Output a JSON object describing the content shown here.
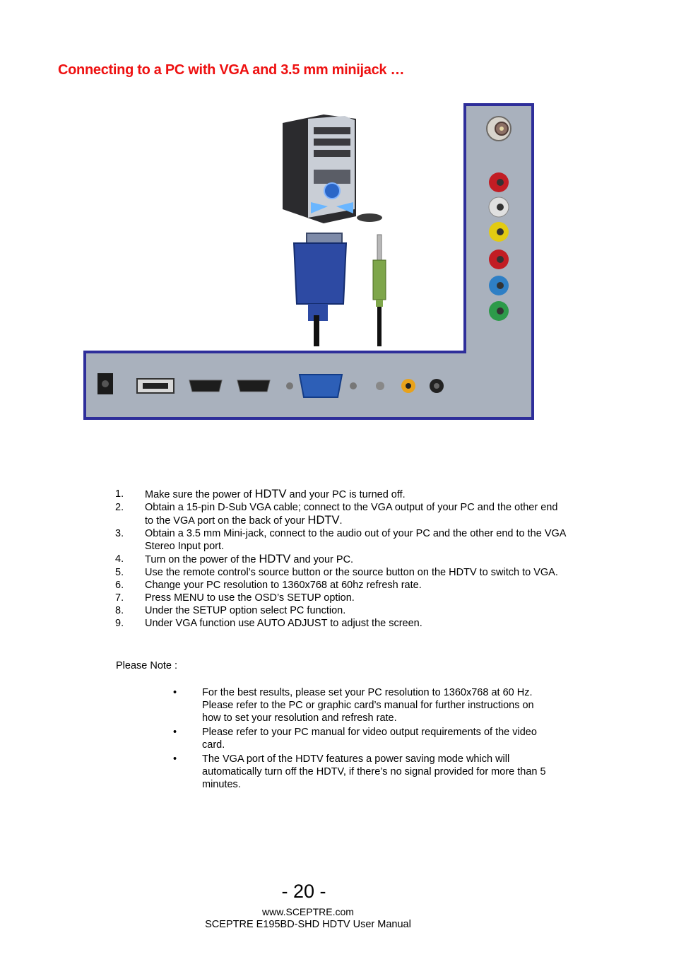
{
  "heading": "Connecting to a PC with VGA and 3.5 mm minijack …",
  "steps": [
    {
      "num": "1.",
      "parts": [
        "Make sure the power of ",
        "HDTV",
        " and your PC is turned off."
      ]
    },
    {
      "num": "2.",
      "parts": [
        "Obtain a 15-pin D-Sub VGA cable; connect to the VGA output of your PC and the other end to the VGA port on the back of your ",
        "HDTV",
        "."
      ]
    },
    {
      "num": "3.",
      "text": "Obtain a 3.5 mm Mini-jack, connect to the audio out of your PC and the other end to the VGA Stereo Input port."
    },
    {
      "num": "4.",
      "parts": [
        "Turn on the power of the ",
        "HDTV",
        " and your PC."
      ]
    },
    {
      "num": "5.",
      "text": "Use the remote control’s source button or the source button on the HDTV to switch to VGA."
    },
    {
      "num": "6.",
      "text": "Change your PC resolution to 1360x768 at 60hz refresh rate."
    },
    {
      "num": "7.",
      "text": "Press MENU to use the OSD’s SETUP option."
    },
    {
      "num": "8.",
      "text": "Under the SETUP option select PC function."
    },
    {
      "num": "9.",
      "text": "Under VGA function use AUTO ADJUST to adjust the screen."
    }
  ],
  "note_label": "Please Note :",
  "notes": [
    "For the best results, please set your PC resolution to 1360x768 at 60 Hz.  Please refer to the PC or graphic card’s manual for further instructions on how to set your resolution and refresh rate.",
    "Please refer to your PC manual for video output requirements of the video card.",
    "The VGA port of the HDTV features a power saving mode which will automatically turn off the HDTV, if there’s no signal provided for more than 5 minutes."
  ],
  "bullet_glyph": "•",
  "page_number": "- 20 -",
  "website": "www.SCEPTRE.com",
  "manual_title": "SCEPTRE E195BD-SHD HDTV User Manual",
  "colors": {
    "heading": "#ee1111",
    "panel": "#a9b1bd",
    "panel_border": "#2e2e9a"
  }
}
